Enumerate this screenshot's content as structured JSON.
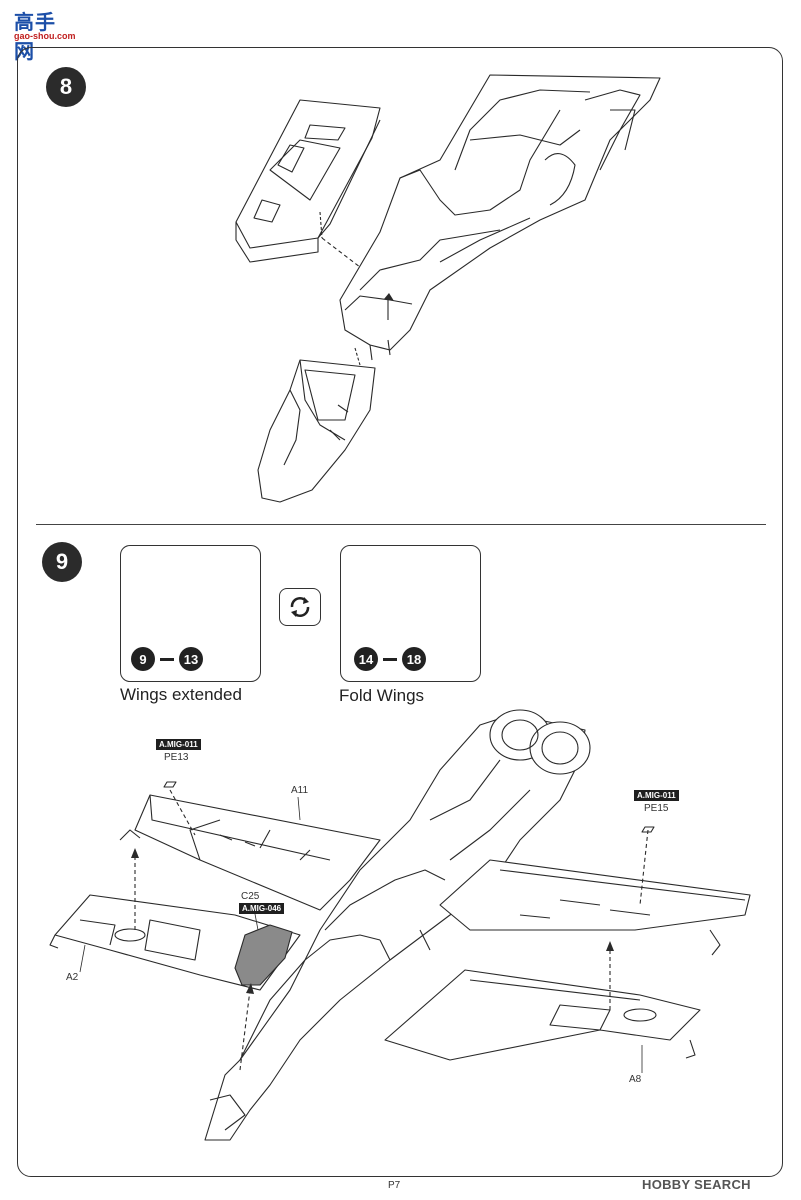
{
  "watermark": {
    "chinese": "高手网",
    "site": "gao-shou.com"
  },
  "steps": [
    {
      "number": "8"
    },
    {
      "number": "9"
    }
  ],
  "insets": [
    {
      "range_start": "9",
      "range_end": "13",
      "caption": "Wings extended"
    },
    {
      "range_start": "14",
      "range_end": "18",
      "caption": "Fold Wings"
    }
  ],
  "icons": {
    "rotate": "rotate-arrows-icon"
  },
  "parts": {
    "tag_pe13": "A.MIG-011",
    "pe13": "PE13",
    "tag_pe15": "A.MIG-011",
    "pe15": "PE15",
    "a11": "A11",
    "c25": "C25",
    "tag_c25": "A.MIG-046",
    "a2": "A2",
    "a8": "A8"
  },
  "footer": {
    "page": "P7",
    "brand": "HOBBY SEARCH"
  },
  "colors": {
    "line": "#2a2a2a",
    "badge": "#2b2b2b",
    "part_fill": "#8a8a8a"
  }
}
